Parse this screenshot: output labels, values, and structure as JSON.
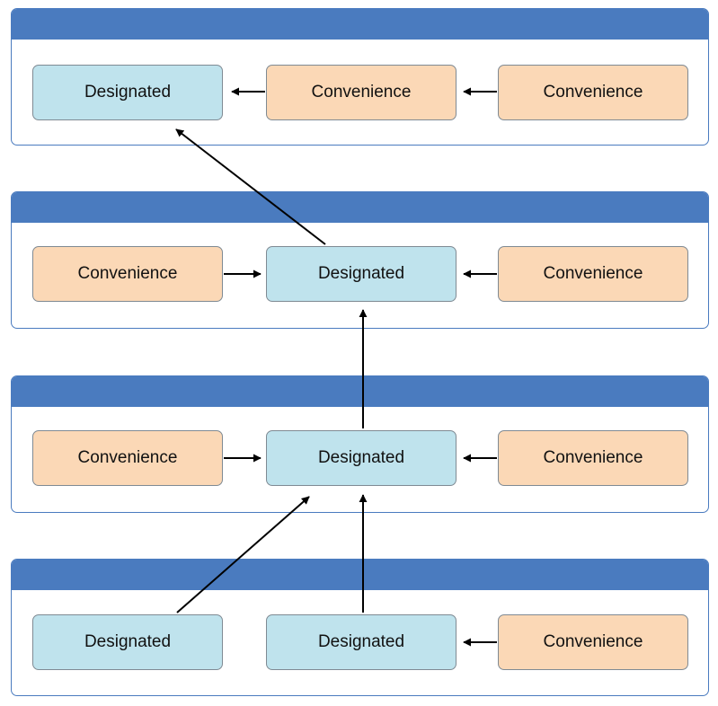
{
  "diagram": {
    "colors": {
      "header": "#4a7bbf",
      "designated_fill": "#bfe3ed",
      "convenience_fill": "#fbd8b6",
      "arrow": "#000000"
    },
    "rows": [
      {
        "nodes": [
          {
            "label": "Designated",
            "kind": "designated"
          },
          {
            "label": "Convenience",
            "kind": "convenience"
          },
          {
            "label": "Convenience",
            "kind": "convenience"
          }
        ]
      },
      {
        "nodes": [
          {
            "label": "Convenience",
            "kind": "convenience"
          },
          {
            "label": "Designated",
            "kind": "designated"
          },
          {
            "label": "Convenience",
            "kind": "convenience"
          }
        ]
      },
      {
        "nodes": [
          {
            "label": "Convenience",
            "kind": "convenience"
          },
          {
            "label": "Designated",
            "kind": "designated"
          },
          {
            "label": "Convenience",
            "kind": "convenience"
          }
        ]
      },
      {
        "nodes": [
          {
            "label": "Designated",
            "kind": "designated"
          },
          {
            "label": "Designated",
            "kind": "designated"
          },
          {
            "label": "Convenience",
            "kind": "convenience"
          }
        ]
      }
    ],
    "edges": [
      {
        "from": "r0c1",
        "to": "r0c0"
      },
      {
        "from": "r0c2",
        "to": "r0c1"
      },
      {
        "from": "r1c0",
        "to": "r1c1"
      },
      {
        "from": "r1c2",
        "to": "r1c1"
      },
      {
        "from": "r1c1",
        "to": "r0c0"
      },
      {
        "from": "r2c0",
        "to": "r2c1"
      },
      {
        "from": "r2c2",
        "to": "r2c1"
      },
      {
        "from": "r2c1",
        "to": "r1c1"
      },
      {
        "from": "r3c0",
        "to": "r2c1"
      },
      {
        "from": "r3c1",
        "to": "r2c1"
      },
      {
        "from": "r3c2",
        "to": "r3c1"
      }
    ]
  }
}
